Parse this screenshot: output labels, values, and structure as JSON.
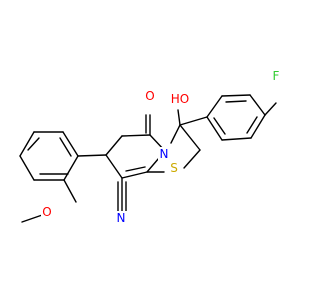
{
  "molecule": {
    "atoms": {
      "fluorine": {
        "text": "F",
        "color": "#32cd32"
      },
      "hydroxyl": {
        "text": "HO",
        "color": "#ff0000"
      },
      "ketone_oxygen": {
        "text": "O",
        "color": "#ff0000"
      },
      "ring_nitrogen": {
        "text": "N",
        "color": "#0000ff"
      },
      "sulfur": {
        "text": "S",
        "color": "#ccaa00"
      },
      "methoxy_oxygen": {
        "text": "O",
        "color": "#ff0000"
      },
      "nitrile_nitrogen": {
        "text": "N",
        "color": "#0000ff"
      }
    }
  }
}
